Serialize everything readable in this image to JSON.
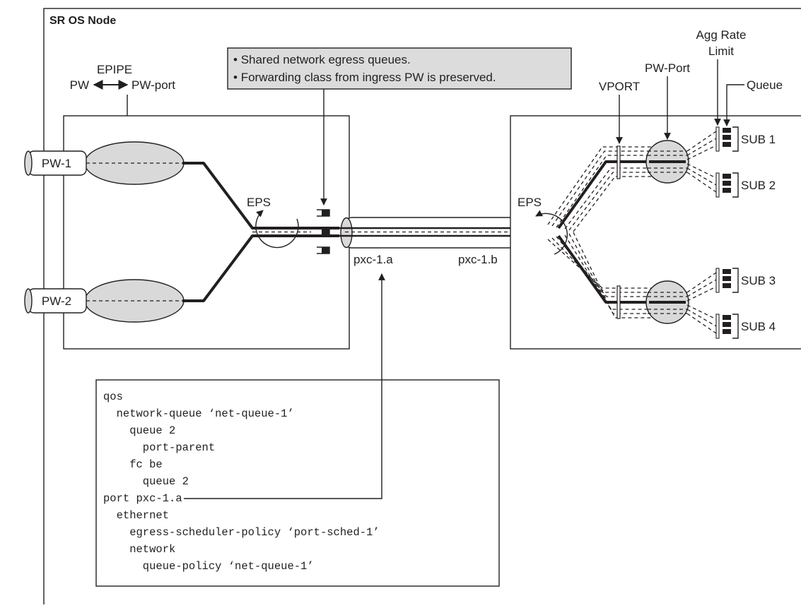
{
  "node_title": "SR OS Node",
  "epipe": {
    "title": "EPIPE",
    "left": "PW",
    "right": "PW-port"
  },
  "callout": {
    "bullets": [
      "Shared network egress queues.",
      "Forwarding class from ingress PW is preserved."
    ]
  },
  "pseudowires": [
    "PW-1",
    "PW-2"
  ],
  "eps_labels": [
    "EPS",
    "EPS"
  ],
  "pxc_labels": {
    "a": "pxc-1.a",
    "b": "pxc-1.b"
  },
  "right_labels": {
    "vport": "VPORT",
    "pw_port": "PW-Port",
    "agg_rate_line1": "Agg Rate",
    "agg_rate_line2": "Limit",
    "queue": "Queue"
  },
  "subscribers": [
    "SUB 1",
    "SUB 2",
    "SUB 3",
    "SUB 4"
  ],
  "config_lines": [
    "qos",
    "  network-queue ‘net-queue-1’",
    "    queue 2",
    "      port-parent",
    "    fc be",
    "      queue 2",
    "port pxc-1.a",
    "  ethernet",
    "    egress-scheduler-policy ‘port-sched-1’",
    "    network",
    "      queue-policy ‘net-queue-1’"
  ],
  "colors": {
    "ink": "#231f20",
    "fill_gray": "#d9d9d9",
    "callout_bg": "#dcdcdc",
    "background": "#ffffff"
  }
}
